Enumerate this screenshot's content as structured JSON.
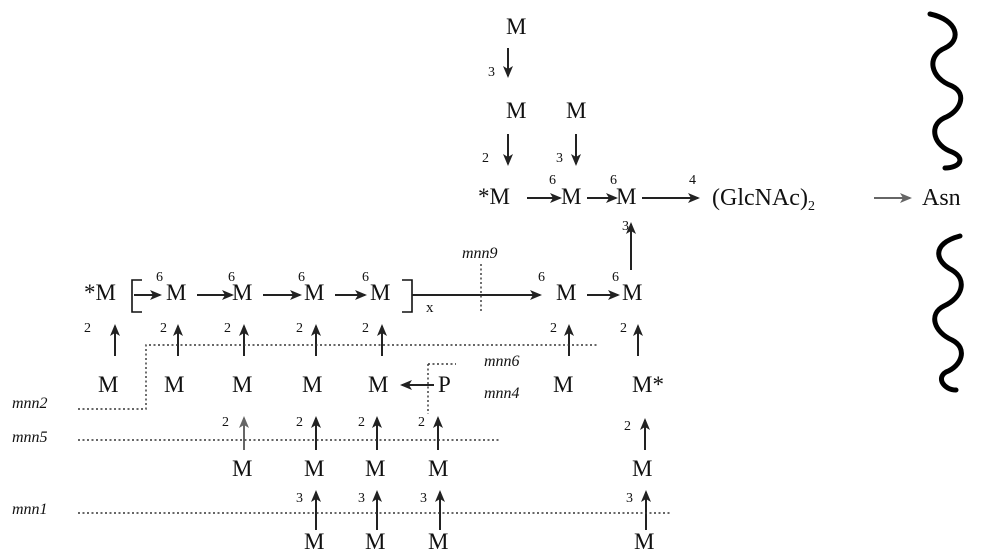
{
  "residues": {
    "mannose": "M",
    "mannose_marked": "*M",
    "mannose_marked_right": "M*",
    "phosphate": "P",
    "core": "(GlcNAc)",
    "core_subscript": "2",
    "asparagine": "Asn"
  },
  "linkages": {
    "one": "2",
    "two": "3",
    "three": "4",
    "four": "6"
  },
  "repeat_label": "x",
  "genes": {
    "mnn9": "mnn9",
    "mnn6": "mnn6",
    "mnn4": "mnn4",
    "mnn2": "mnn2",
    "mnn5": "mnn5",
    "mnn1": "mnn1"
  },
  "colors": {
    "ink": "#111111",
    "arrow_primary": "#222222",
    "arrow_secondary": "#666666",
    "protein_wave": "#000000",
    "background": "#ffffff"
  }
}
